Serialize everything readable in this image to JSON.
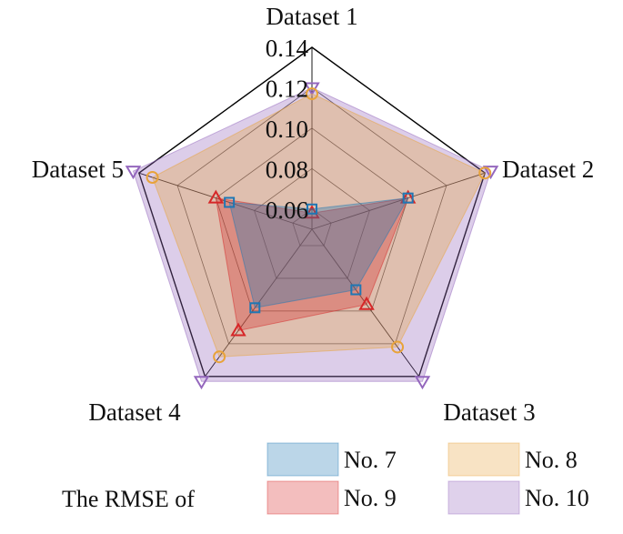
{
  "chart_data": {
    "type": "radar",
    "title": "",
    "axes": [
      "Dataset 1",
      "Dataset 2",
      "Dataset 3",
      "Dataset 4",
      "Dataset 5"
    ],
    "r_ticks": [
      "0.06",
      "0.08",
      "0.10",
      "0.12",
      "0.14"
    ],
    "r_range": [
      0.05,
      0.14
    ],
    "grid": true,
    "legend": {
      "title": "The RMSE of",
      "placement": "bottom"
    },
    "series": [
      {
        "name": "No. 10",
        "values": [
          0.12,
          0.143,
          0.143,
          0.143,
          0.143
        ],
        "color": "#9467bd",
        "marker": "triangle-down"
      },
      {
        "name": "No. 8",
        "values": [
          0.117,
          0.14,
          0.122,
          0.128,
          0.133
        ],
        "color": "#e8a33a",
        "marker": "circle"
      },
      {
        "name": "No. 9",
        "values": [
          0.058,
          0.1,
          0.096,
          0.112,
          0.1
        ],
        "color": "#d62728",
        "marker": "triangle-up"
      },
      {
        "name": "No. 7",
        "values": [
          0.06,
          0.1,
          0.087,
          0.098,
          0.093
        ],
        "color": "#1f77b4",
        "marker": "square"
      }
    ]
  }
}
